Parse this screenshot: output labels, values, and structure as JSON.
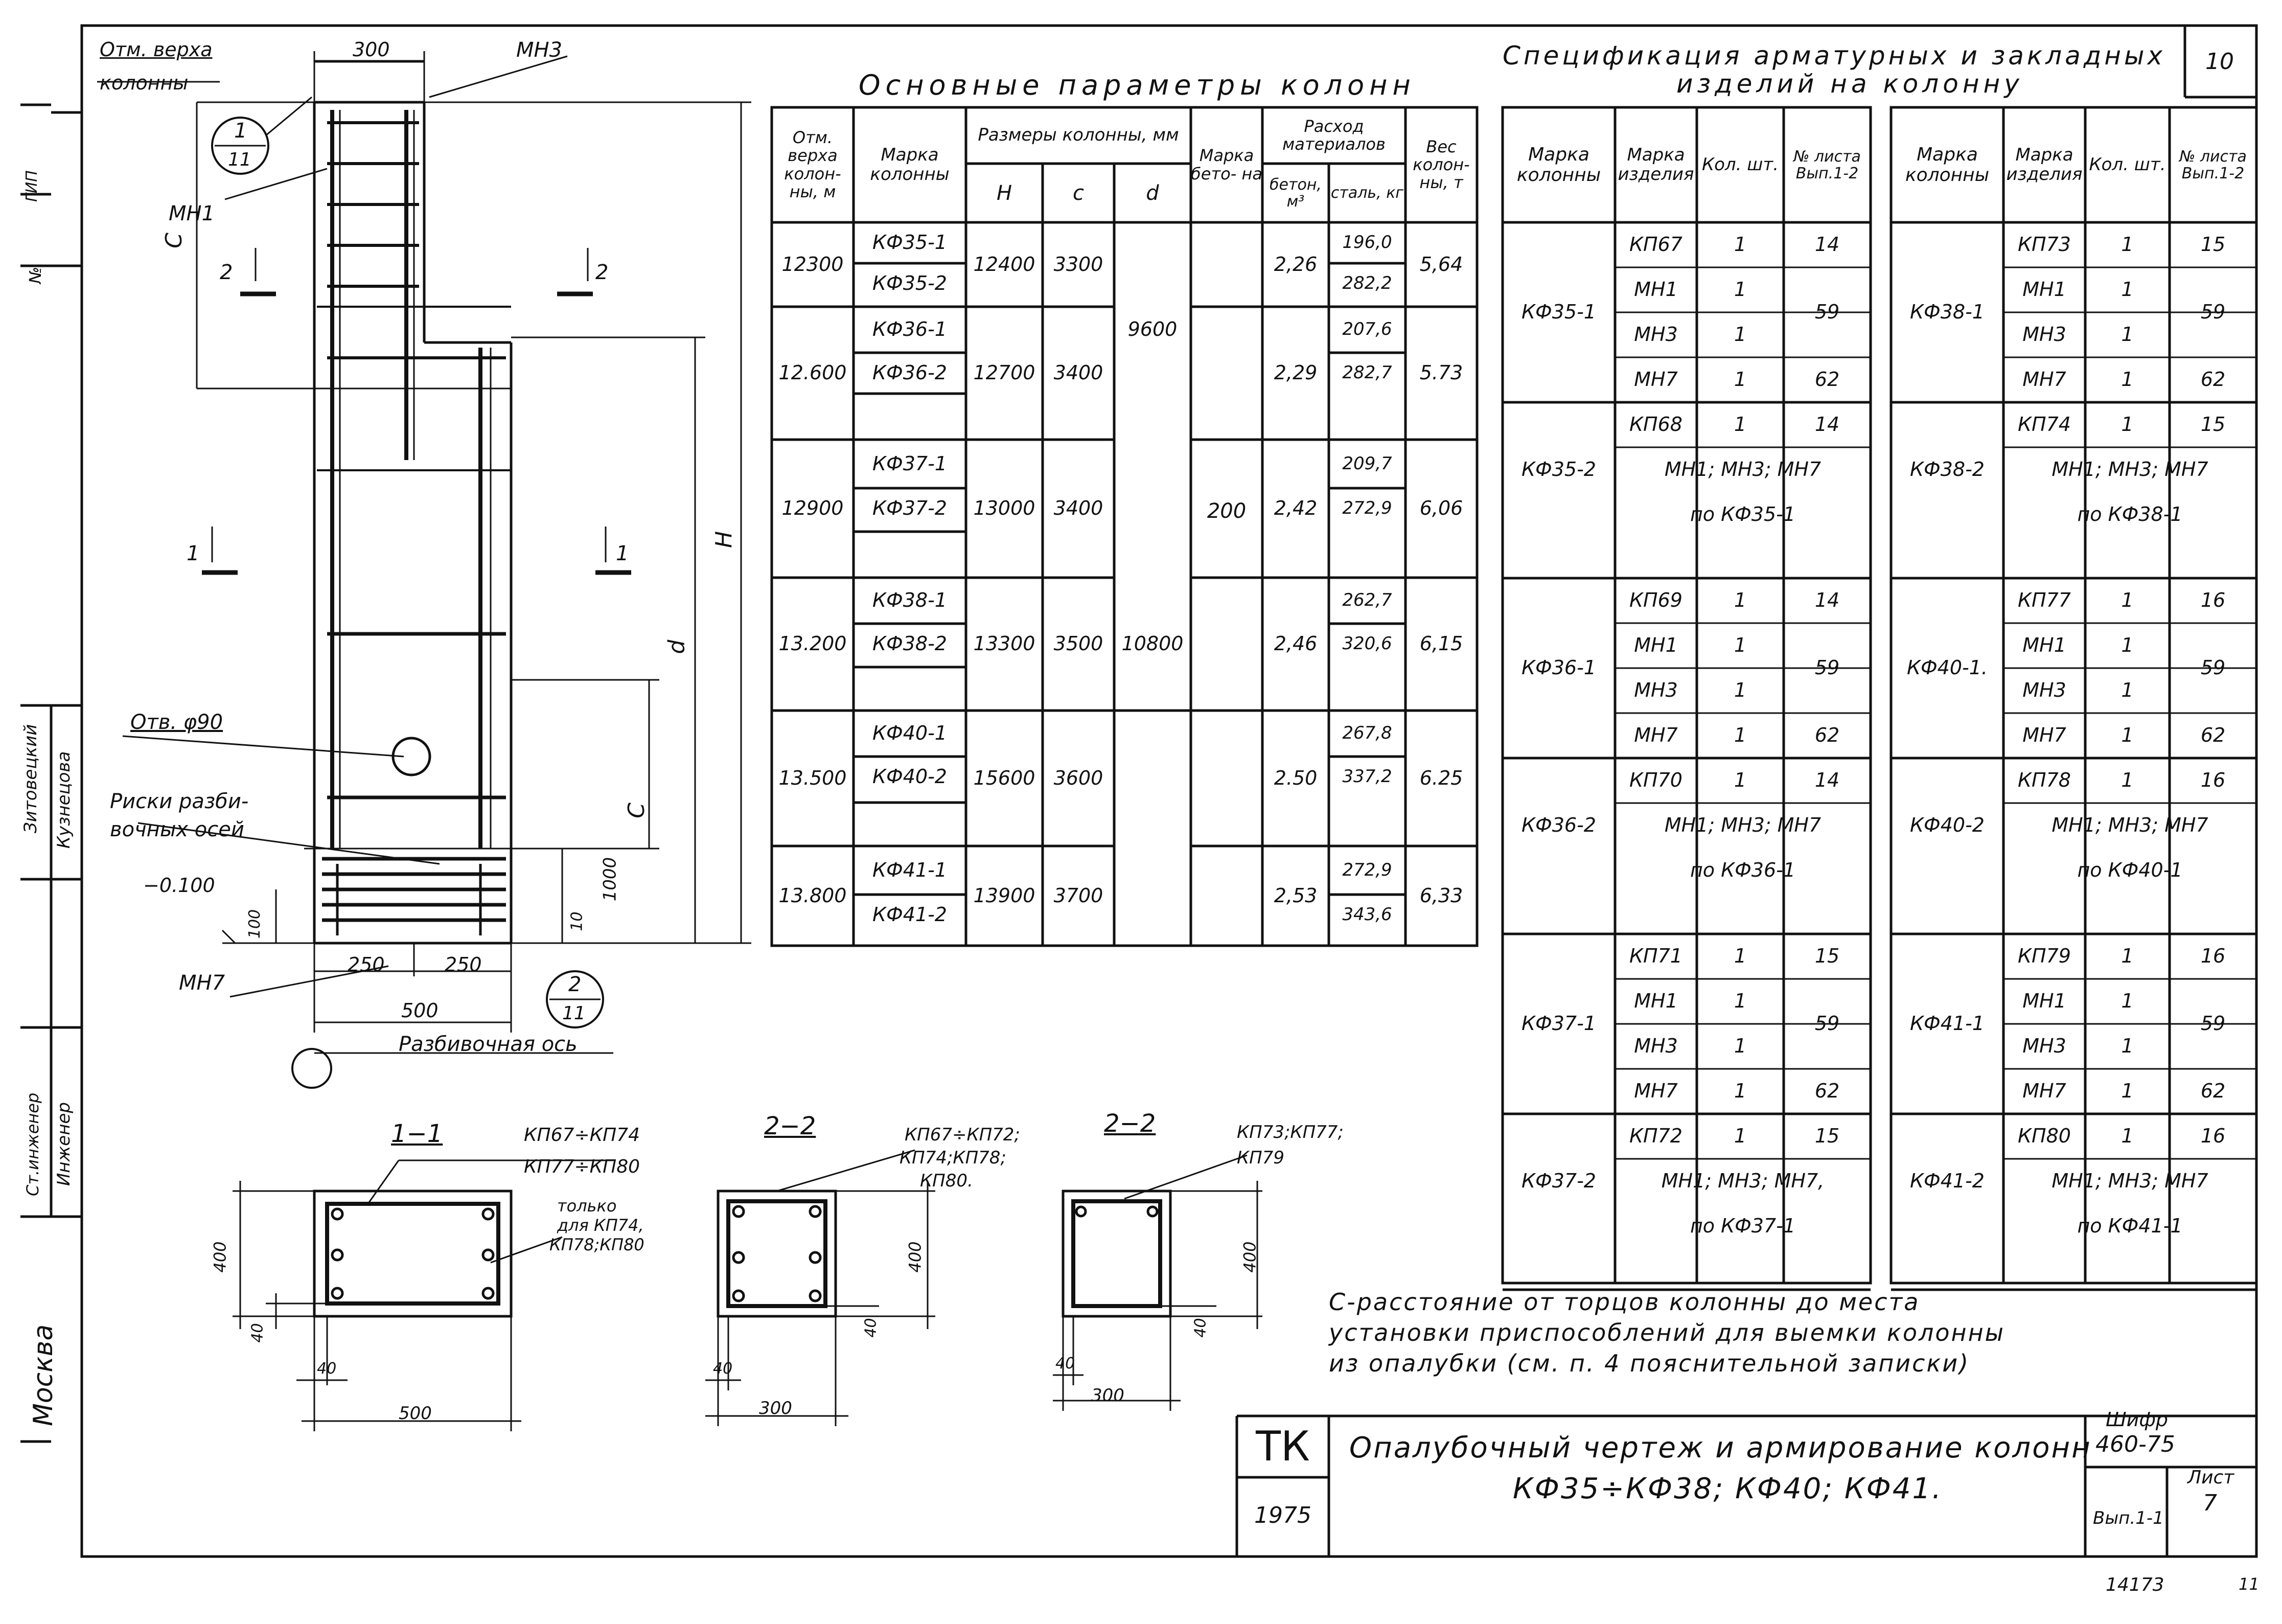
{
  "sheet_number_top": "10",
  "left_stamp": {
    "gip": "ГИП",
    "num": "№",
    "checker": "Зитовецкий",
    "checker2": "Кузнецова",
    "engineer": "Ст.инженер",
    "engineer2": "Инженер",
    "city": "Москва"
  },
  "drawing": {
    "top_mark_label_1": "Отм. верха",
    "top_mark_label_2": "колонны",
    "dim_300_top": "300",
    "mn3": "МН3",
    "mn1": "МН1",
    "mn7": "МН7",
    "c_letter": "С",
    "h_letter": "Н",
    "d_letter": "d",
    "section_2_mark": "2",
    "section_1_mark": "1",
    "callout_1_top": "1",
    "callout_1_bottom": "11",
    "callout_2_top": "2",
    "callout_2_bottom": "11",
    "hole_label": "Отв. φ90",
    "risks_label_1": "Риски разби-",
    "risks_label_2": "вочных осей",
    "minus_mark": "−0.100",
    "dim_100": "100",
    "dim_1000": "1000",
    "dim_10": "10",
    "dim_250_left": "250",
    "dim_250_right": "250",
    "dim_500": "500",
    "axis_label": "Разбивочная ось"
  },
  "sections": [
    {
      "title": "1−1",
      "note_1": "КП67÷КП74",
      "note_2": "КП77÷КП80",
      "note_3": "только",
      "note_4": "для КП74,",
      "note_5": "КП78;КП80",
      "dim_400": "400",
      "dim_40a": "40",
      "dim_40b": "40",
      "dim_width": "500"
    },
    {
      "title": "2−2",
      "note_1": "КП67÷КП72;",
      "note_2": "КП74;КП78;",
      "note_3": "КП80.",
      "dim_400": "400",
      "dim_40a": "40",
      "dim_40b": "40",
      "dim_width": "300"
    },
    {
      "title": "2−2",
      "note_1": "КП73;КП77;",
      "note_2": "КП79",
      "dim_400": "400",
      "dim_40a": "40",
      "dim_40b": "40",
      "dim_width": "300"
    }
  ],
  "params_table": {
    "title": "Основные параметры колонн",
    "headers": {
      "elev": "Отм. верха колон- ны, м",
      "mark": "Марка колонны",
      "sizes": "Размеры колонны, мм",
      "H": "Н",
      "c": "с",
      "d": "d",
      "concrete_grade": "Марка бето- на",
      "materials": "Расход материалов",
      "concrete": "бетон, м³",
      "steel": "сталь, кг",
      "weight": "Вес колон- ны, т"
    },
    "groups": [
      {
        "elev": "12300",
        "marks": [
          "КФ35-1",
          "КФ35-2"
        ],
        "H": "12400",
        "c": "3300",
        "concrete": "2,26",
        "steel": [
          "196,0",
          "282,2"
        ],
        "weight": "5,64"
      },
      {
        "elev": "12.600",
        "marks": [
          "КФ36-1",
          "КФ36-2"
        ],
        "H": "12700",
        "c": "3400",
        "concrete": "2,29",
        "steel": [
          "207,6",
          "282,7"
        ],
        "weight": "5.73"
      },
      {
        "elev": "12900",
        "marks": [
          "КФ37-1",
          "КФ37-2"
        ],
        "H": "13000",
        "c": "3400",
        "concrete": "2,42",
        "steel": [
          "209,7",
          "272,9"
        ],
        "weight": "6,06"
      },
      {
        "elev": "13.200",
        "marks": [
          "КФ38-1",
          "КФ38-2"
        ],
        "H": "13300",
        "c": "3500",
        "concrete": "2,46",
        "steel": [
          "262,7",
          "320,6"
        ],
        "weight": "6,15"
      },
      {
        "elev": "13.500",
        "marks": [
          "КФ40-1",
          "КФ40-2"
        ],
        "H": "15600",
        "c": "3600",
        "concrete": "2.50",
        "steel": [
          "267,8",
          "337,2"
        ],
        "weight": "6.25"
      },
      {
        "elev": "13.800",
        "marks": [
          "КФ41-1",
          "КФ41-2"
        ],
        "H": "13900",
        "c": "3700",
        "concrete": "2,53",
        "steel": [
          "272,9",
          "343,6"
        ],
        "weight": "6,33"
      }
    ],
    "d_values": [
      "9600",
      "10800"
    ],
    "concrete_grade": "200"
  },
  "spec_table": {
    "title_1": "Спецификация арматурных и закладных",
    "title_2": "изделий на колонну",
    "headers": {
      "col_mark": "Марка колонны",
      "item_mark": "Марка изделия",
      "qty": "Кол. шт.",
      "sheet": "№ листа Вып.1-2"
    },
    "left": [
      {
        "col": "КФ35-1",
        "rows": [
          [
            "КП67",
            "1",
            "14"
          ],
          [
            "МН1",
            "1",
            ""
          ],
          [
            "МН3",
            "1",
            "59"
          ],
          [
            "МН7",
            "1",
            "62"
          ]
        ]
      },
      {
        "col": "КФ35-2",
        "rows": [
          [
            "КП68",
            "1",
            "14"
          ]
        ],
        "note_1": "МН1; МН3; МН7",
        "note_2": "по КФ35-1"
      },
      {
        "col": "КФ36-1",
        "rows": [
          [
            "КП69",
            "1",
            "14"
          ],
          [
            "МН1",
            "1",
            ""
          ],
          [
            "МН3",
            "1",
            "59"
          ],
          [
            "МН7",
            "1",
            "62"
          ]
        ]
      },
      {
        "col": "КФ36-2",
        "rows": [
          [
            "КП70",
            "1",
            "14"
          ]
        ],
        "note_1": "МН1; МН3; МН7",
        "note_2": "по КФ36-1"
      },
      {
        "col": "КФ37-1",
        "rows": [
          [
            "КП71",
            "1",
            "15"
          ],
          [
            "МН1",
            "1",
            ""
          ],
          [
            "МН3",
            "1",
            "59"
          ],
          [
            "МН7",
            "1",
            "62"
          ]
        ]
      },
      {
        "col": "КФ37-2",
        "rows": [
          [
            "КП72",
            "1",
            "15"
          ]
        ],
        "note_1": "МН1; МН3; МН7,",
        "note_2": "по КФ37-1"
      }
    ],
    "right": [
      {
        "col": "КФ38-1",
        "rows": [
          [
            "КП73",
            "1",
            "15"
          ],
          [
            "МН1",
            "1",
            ""
          ],
          [
            "МН3",
            "1",
            "59"
          ],
          [
            "МН7",
            "1",
            "62"
          ]
        ]
      },
      {
        "col": "КФ38-2",
        "rows": [
          [
            "КП74",
            "1",
            "15"
          ]
        ],
        "note_1": "МН1; МН3; МН7",
        "note_2": "по КФ38-1"
      },
      {
        "col": "КФ40-1.",
        "rows": [
          [
            "КП77",
            "1",
            "16"
          ],
          [
            "МН1",
            "1",
            ""
          ],
          [
            "МН3",
            "1",
            "59"
          ],
          [
            "МН7",
            "1",
            "62"
          ]
        ]
      },
      {
        "col": "КФ40-2",
        "rows": [
          [
            "КП78",
            "1",
            "16"
          ]
        ],
        "note_1": "МН1; МН3; МН7",
        "note_2": "по КФ40-1"
      },
      {
        "col": "КФ41-1",
        "rows": [
          [
            "КП79",
            "1",
            "16"
          ],
          [
            "МН1",
            "1",
            ""
          ],
          [
            "МН3",
            "1",
            "59"
          ],
          [
            "МН7",
            "1",
            "62"
          ]
        ]
      },
      {
        "col": "КФ41-2",
        "rows": [
          [
            "КП80",
            "1",
            "16"
          ]
        ],
        "note_1": "МН1; МН3; МН7",
        "note_2": "по КФ41-1"
      }
    ]
  },
  "note": {
    "line_1": "С-расстояние от торцов колонны до места",
    "line_2": "установки приспособлений для выемки колонны",
    "line_3": "из опалубки (см. п. 4    пояснительной записки)"
  },
  "title_block": {
    "tk": "ТК",
    "year": "1975",
    "title_1": "Опалубочный чертеж и армирование колонн",
    "title_2": "КФ35÷КФ38; КФ40; КФ41.",
    "cipher_label": "Шифр",
    "cipher": "460-75",
    "sheet_label": "Лист",
    "sheet": "7",
    "issue": "Вып.1-1"
  },
  "footer": {
    "number": "14173",
    "mark": "11"
  }
}
